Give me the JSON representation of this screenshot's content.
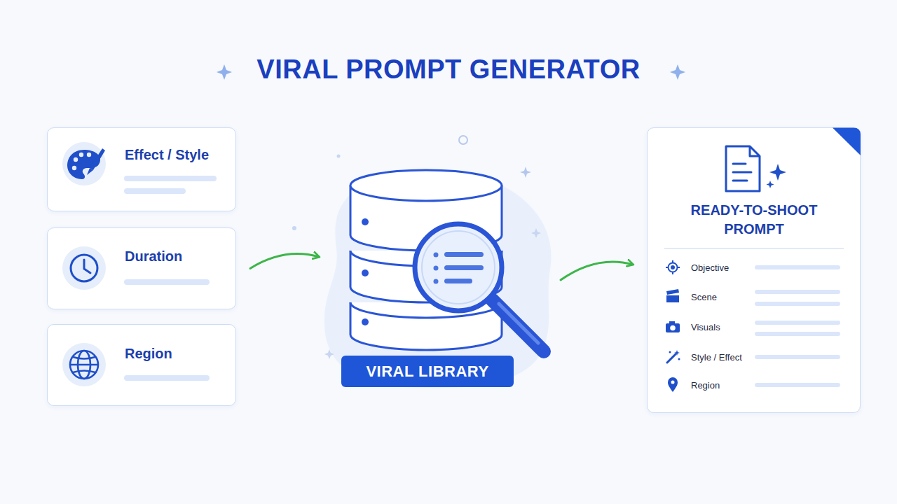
{
  "diagram": {
    "title": "VIRAL PROMPT GENERATOR",
    "nodes": [
      {
        "text": [
          "Effect / Style"
        ]
      },
      {
        "text": [
          "Duration"
        ]
      },
      {
        "text": [
          "Region"
        ]
      },
      {
        "text": [
          "VIRAL LIBRARY"
        ]
      },
      {
        "text": [
          "READY-TO-SHOOT PROMPT",
          "Objective",
          "Scene",
          "Visuals",
          "Style / Effect",
          "Region"
        ]
      }
    ],
    "edges": [
      {
        "from": 1,
        "to": 3,
        "arrow": "to"
      },
      {
        "from": 3,
        "to": 4,
        "arrow": "to"
      }
    ]
  }
}
